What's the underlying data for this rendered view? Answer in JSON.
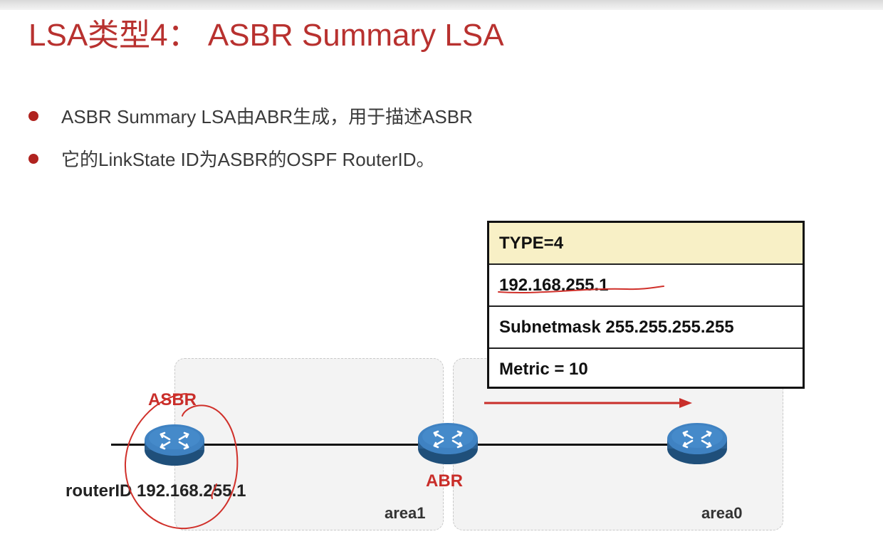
{
  "slide": {
    "title": "LSA类型4： ASBR Summary LSA",
    "bullets": [
      "ASBR Summary LSA由ABR生成，用于描述ASBR",
      "它的LinkState ID为ASBR的OSPF RouterID。"
    ]
  },
  "lsa_box": {
    "rows": [
      "TYPE=4",
      "192.168.255.1",
      "Subnetmask 255.255.255.255",
      "Metric = 10"
    ]
  },
  "diagram": {
    "asbr_label": "ASBR",
    "abr_label": "ABR",
    "router_id_label": "routerID 192.168.255.1",
    "areas": [
      "area1",
      "area0"
    ]
  },
  "colors": {
    "title": "#b8312f",
    "annotation": "#c92e2a",
    "router_body": "#2f6fa8",
    "lsa_header": "#f8f0c6"
  },
  "icons": [
    "router-icon",
    "arrow-right-icon",
    "bullet-dot-icon"
  ]
}
